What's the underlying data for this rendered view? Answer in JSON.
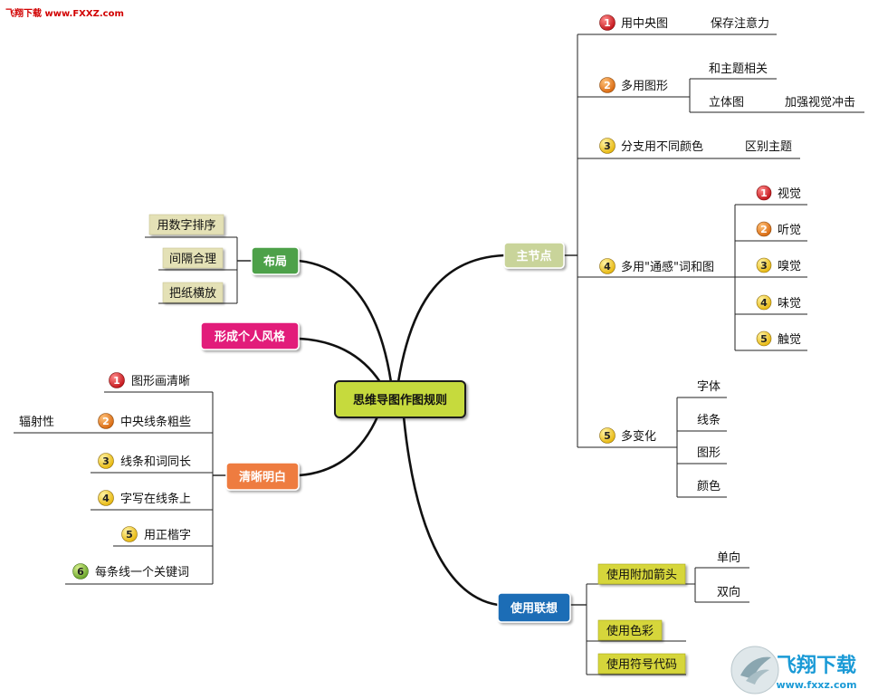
{
  "watermark": "飞翔下载 www.FXXZ.com",
  "logo": {
    "text": "飞翔下载",
    "url": "www.fxxz.com"
  },
  "center": "思维导图作图规则",
  "main_branches": {
    "zhujiedian": "主节点",
    "buju": "布局",
    "fengge": "形成个人风格",
    "qingxi": "清晰明白",
    "lianxiang": "使用联想"
  },
  "zhujiedian_items": [
    {
      "num": "1",
      "label": "用中央图",
      "sub": [
        "保存注意力"
      ]
    },
    {
      "num": "2",
      "label": "多用图形",
      "sub": [
        "和主题相关",
        "立体图"
      ],
      "subsub": "加强视觉冲击"
    },
    {
      "num": "3",
      "label": "分支用不同颜色",
      "sub": [
        "区别主题"
      ]
    },
    {
      "num": "4",
      "label": "多用\"通感\"词和图",
      "senses": [
        {
          "num": "1",
          "label": "视觉"
        },
        {
          "num": "2",
          "label": "听觉"
        },
        {
          "num": "3",
          "label": "嗅觉"
        },
        {
          "num": "4",
          "label": "味觉"
        },
        {
          "num": "5",
          "label": "触觉"
        }
      ]
    },
    {
      "num": "5",
      "label": "多变化",
      "sub": [
        "字体",
        "线条",
        "图形",
        "颜色"
      ]
    }
  ],
  "buju_items": [
    "用数字排序",
    "间隔合理",
    "把纸横放"
  ],
  "qingxi_items": [
    {
      "num": "1",
      "label": "图形画清晰"
    },
    {
      "num": "2",
      "label": "中央线条粗些",
      "sub": "辐射性"
    },
    {
      "num": "3",
      "label": "线条和词同长"
    },
    {
      "num": "4",
      "label": "字写在线条上"
    },
    {
      "num": "5",
      "label": "用正楷字"
    },
    {
      "num": "6",
      "label": "每条线一个关键词"
    }
  ],
  "lianxiang_items": [
    {
      "label": "使用附加箭头",
      "sub": [
        "单向",
        "双向"
      ]
    },
    {
      "label": "使用色彩"
    },
    {
      "label": "使用符号代码"
    }
  ],
  "colors": {
    "center_fill": "#c6da3c",
    "zhujiedian": "#c9d49a",
    "buju": "#4da14a",
    "fengge": "#e21b7a",
    "qingxi": "#ee7c3f",
    "lianxiang": "#1c6db6",
    "buju_tag": "#e4e1b6",
    "lianxiang_tag": "#d6d63a",
    "badge_red": "#d8282c",
    "badge_orange": "#e6821e",
    "badge_yellow": "#f2cf2a",
    "badge_green": "#8cc43f"
  }
}
